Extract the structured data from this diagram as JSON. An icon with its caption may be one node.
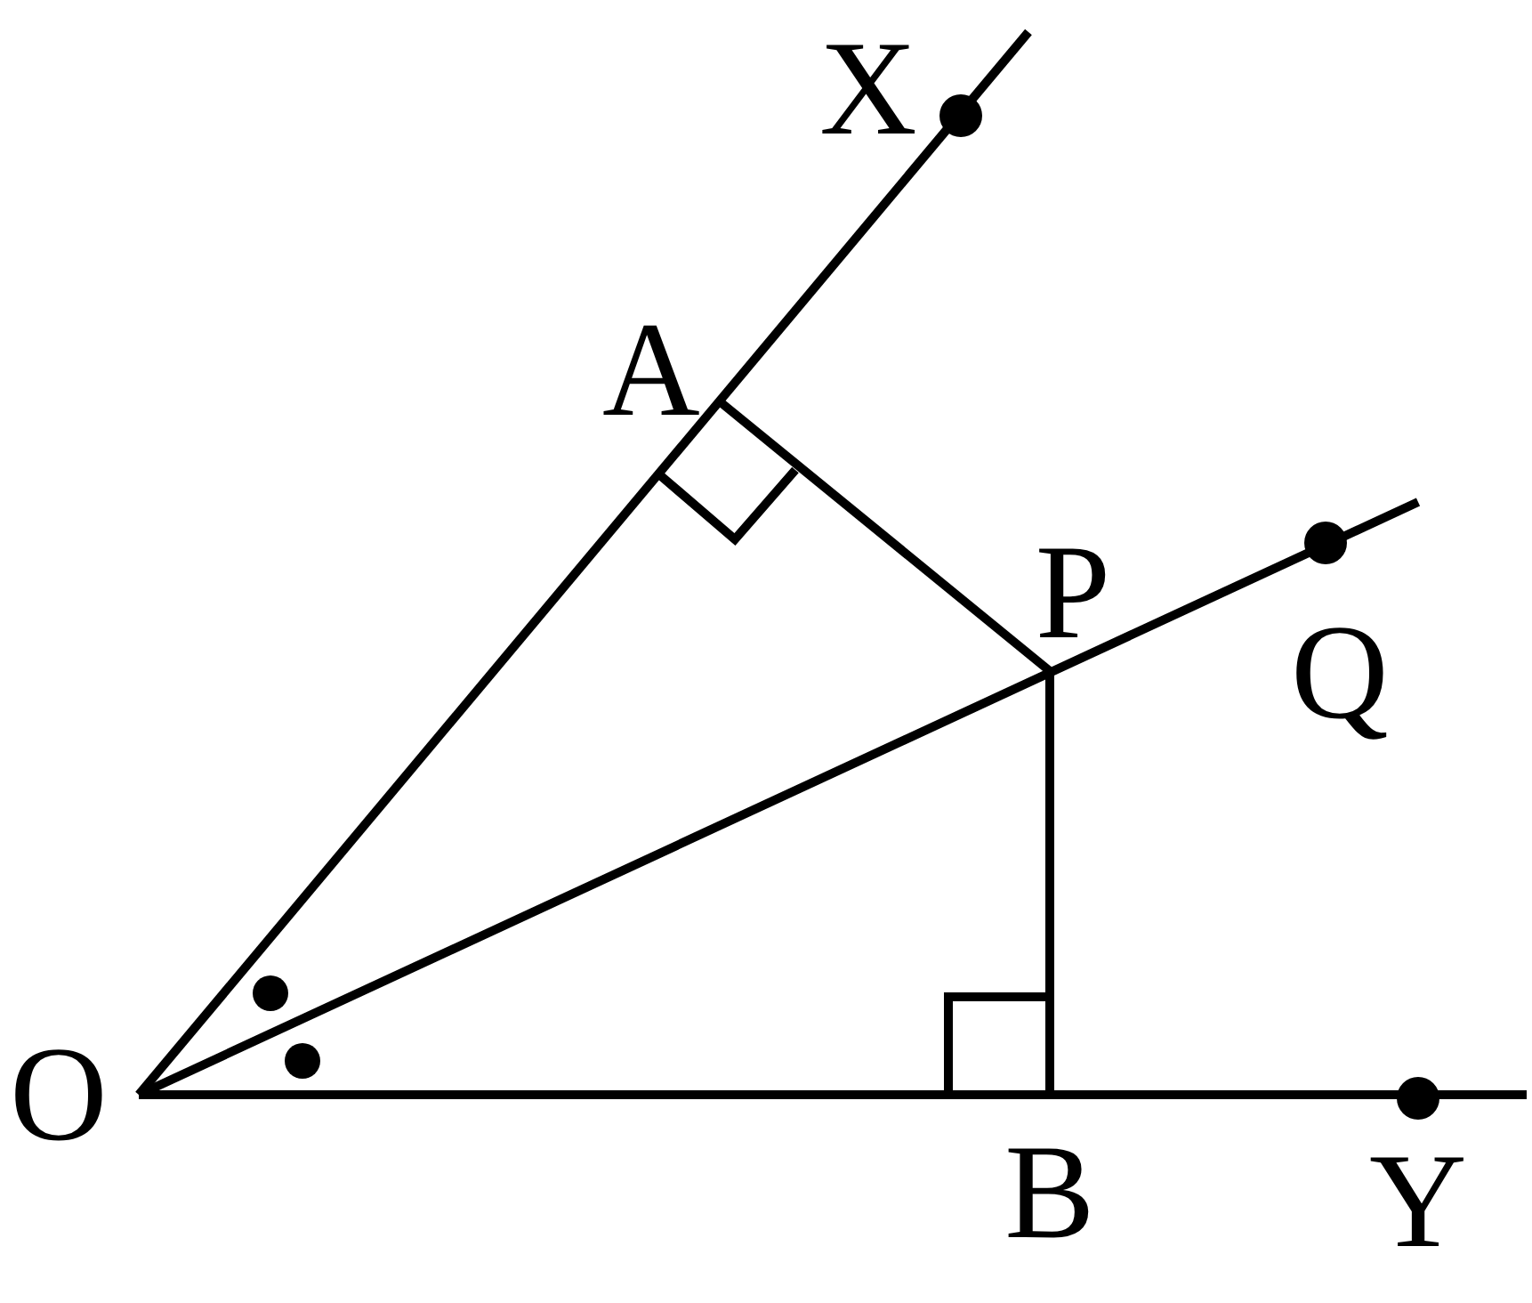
{
  "diagram": {
    "labels": [
      "X",
      "A",
      "P",
      "Q",
      "O",
      "B",
      "Y"
    ]
  }
}
